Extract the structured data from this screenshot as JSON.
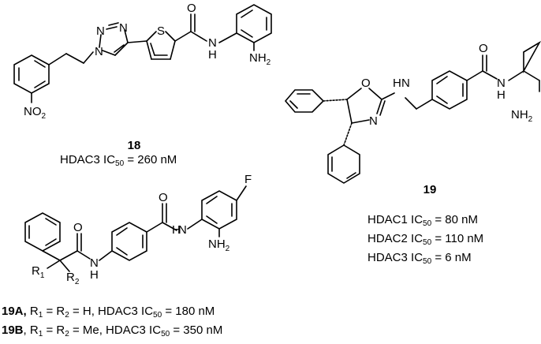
{
  "compounds": {
    "c18": {
      "id": "18",
      "activity": {
        "isoform": "HDAC3",
        "metric": "IC",
        "metric_sub": "50",
        "value": "= 260 nM"
      },
      "atoms": {
        "n1": "N",
        "n2": "N",
        "n3": "N",
        "s": "S",
        "o": "O",
        "nh": "H",
        "nh_n": "N",
        "nh2": "NH",
        "nh2_sub": "2",
        "no2": "NO",
        "no2_sub": "2"
      }
    },
    "c19": {
      "id": "19",
      "activities": [
        {
          "isoform": "HDAC1",
          "metric": "IC",
          "metric_sub": "50",
          "value": "= 80  nM"
        },
        {
          "isoform": "HDAC2",
          "metric": "IC",
          "metric_sub": "50",
          "value": "= 110 nM"
        },
        {
          "isoform": "HDAC3",
          "metric": "IC",
          "metric_sub": "50",
          "value": "= 6 nM"
        }
      ],
      "atoms": {
        "o_ring": "O",
        "n_ring": "N",
        "nh_link": "H",
        "nh_link_n": "N",
        "o": "O",
        "nh": "H",
        "nh_n": "N",
        "nh2": "NH",
        "nh2_sub": "2"
      }
    },
    "c19ab": {
      "atoms": {
        "r1": "R",
        "r1_sub": "1",
        "r2": "R",
        "r2_sub": "2",
        "o1": "O",
        "n1": "N",
        "h1": "H",
        "o2": "O",
        "n2": "N",
        "h2": "H",
        "f": "F",
        "nh2": "NH",
        "nh2_sub": "2"
      },
      "variants": [
        {
          "id": "19A,",
          "r": "R",
          "r1": "1",
          "eq1": "= R",
          "r2": "2",
          "rest": "= H, HDAC3 IC",
          "sub50": "50",
          "value": "= 180 nM"
        },
        {
          "id": "19B",
          "r": ", R",
          "r1": "1",
          "eq1": "= R",
          "r2": "2",
          "rest": "= Me, HDAC3 IC",
          "sub50": "50",
          "value": "= 350 nM"
        }
      ]
    }
  }
}
